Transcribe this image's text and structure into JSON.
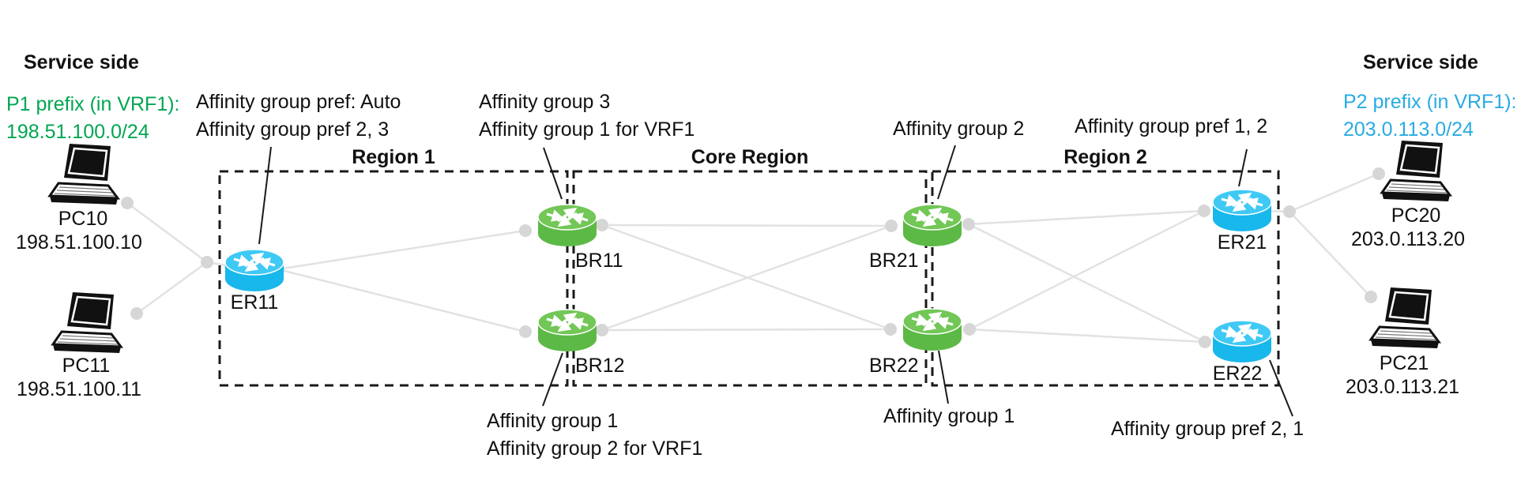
{
  "diagram_type": "network-topology",
  "service_sides": {
    "left": {
      "header": "Service side",
      "prefix_title": "P1 prefix (in VRF1):",
      "prefix_value": "198.51.100.0/24",
      "color": "#00A651"
    },
    "right": {
      "header": "Service side",
      "prefix_title": "P2 prefix (in VRF1):",
      "prefix_value": "203.0.113.0/24",
      "color": "#29ABE2"
    }
  },
  "regions": {
    "region1": "Region 1",
    "core": "Core Region",
    "region2": "Region 2"
  },
  "pcs": [
    {
      "name": "PC10",
      "ip": "198.51.100.10"
    },
    {
      "name": "PC11",
      "ip": "198.51.100.11"
    },
    {
      "name": "PC20",
      "ip": "203.0.113.20"
    },
    {
      "name": "PC21",
      "ip": "203.0.113.21"
    }
  ],
  "routers": [
    {
      "name": "ER11",
      "color": "cyan"
    },
    {
      "name": "BR11",
      "color": "green"
    },
    {
      "name": "BR12",
      "color": "green"
    },
    {
      "name": "BR21",
      "color": "green"
    },
    {
      "name": "BR22",
      "color": "green"
    },
    {
      "name": "ER21",
      "color": "cyan"
    },
    {
      "name": "ER22",
      "color": "cyan"
    }
  ],
  "annotations": {
    "er11": {
      "line1": "Affinity group pref: Auto",
      "line2": "Affinity group pref 2, 3"
    },
    "br11": {
      "line1": "Affinity group  3",
      "line2": "Affinity group 1 for VRF1"
    },
    "br12": {
      "line1": "Affinity group 1",
      "line2": "Affinity group 2 for VRF1"
    },
    "br21": {
      "line1": "Affinity group 2"
    },
    "br22": {
      "line1": "Affinity group 1"
    },
    "er21": {
      "line1": "Affinity group pref 1, 2"
    },
    "er22": {
      "line1": "Affinity group pref 2, 1"
    }
  },
  "links": [
    "PC10-ER11",
    "PC11-ER11",
    "ER11-BR11",
    "ER11-BR12",
    "BR11-BR21",
    "BR11-BR22",
    "BR12-BR21",
    "BR12-BR22",
    "BR21-ER21",
    "BR21-ER22",
    "BR22-ER21",
    "BR22-ER22",
    "ER21-PC20",
    "ER21-PC21"
  ],
  "colors": {
    "router_green_body": "#5CB946",
    "router_green_top": "#72C757",
    "router_cyan_body": "#18B7EC",
    "router_cyan_top": "#3FC9F5",
    "link_line": "#E2E2E2",
    "link_dot": "#D6D6D6",
    "region_border": "#1a1a1a",
    "green_text": "#00A651",
    "cyan_text": "#29ABE2"
  }
}
